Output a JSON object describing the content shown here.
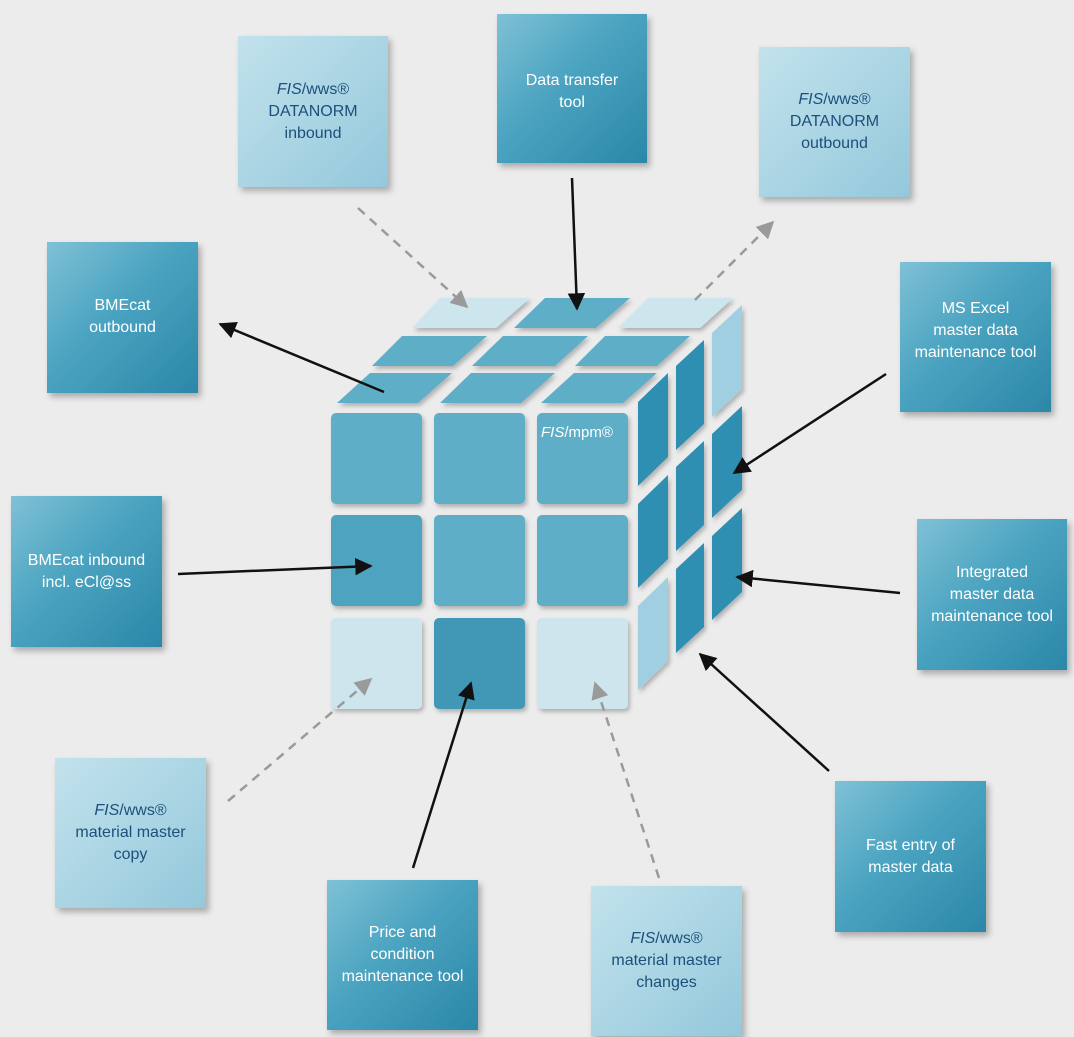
{
  "boxes": {
    "datanorm_inbound": {
      "prefix": "FIS",
      "l1": "/wws®",
      "l2": "DATANORM",
      "l3": "inbound"
    },
    "data_transfer": {
      "l1": "Data transfer",
      "l2": "tool"
    },
    "datanorm_outbound": {
      "prefix": "FIS",
      "l1": "/wws®",
      "l2": "DATANORM",
      "l3": "outbound"
    },
    "bmecat_outbound": {
      "l1": "BMEcat",
      "l2": "outbound"
    },
    "ms_excel": {
      "l1": "MS Excel",
      "l2": "master data",
      "l3": "maintenance tool"
    },
    "bmecat_inbound": {
      "l1": "BMEcat inbound",
      "l2": "incl. eCl@ss"
    },
    "integrated": {
      "l1": "Integrated",
      "l2": "master data",
      "l3": "maintenance tool"
    },
    "material_copy": {
      "prefix": "FIS",
      "l1": "/wws®",
      "l2": "material master",
      "l3": "copy"
    },
    "fast_entry": {
      "l1": "Fast entry of",
      "l2": "master data"
    },
    "price_condition": {
      "l1": "Price and",
      "l2": "condition",
      "l3": "maintenance tool"
    },
    "material_changes": {
      "prefix": "FIS",
      "l1": "/wws®",
      "l2": "material master",
      "l3": "changes"
    }
  },
  "cube": {
    "label_prefix": "FIS",
    "label": "/mpm®"
  },
  "colors": {
    "background": "#ececec",
    "dark_tile": "#5eaec8",
    "mid_tile": "#3f97b6",
    "light_tile": "#cde6ee",
    "side_dark": "#2f8fb2",
    "light_text": "#1d4f7c",
    "arrow_solid": "#111111",
    "arrow_dashed": "#9a9a9a"
  }
}
